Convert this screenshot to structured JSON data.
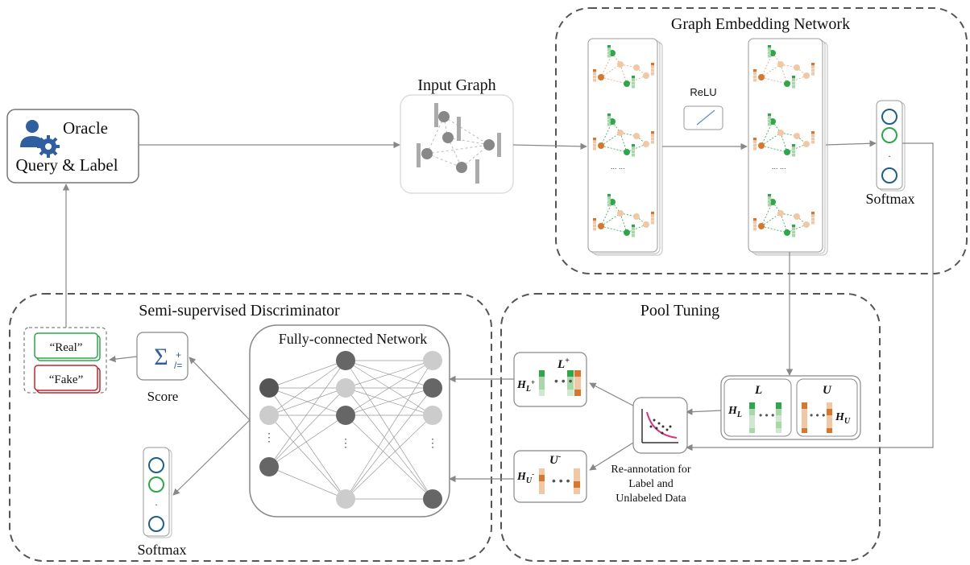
{
  "oracle": {
    "title": "Oracle",
    "subtitle": "Query & Label"
  },
  "input_graph": {
    "title": "Input Graph"
  },
  "graph_embedding": {
    "title": "Graph Embedding Network",
    "activation": "ReLU",
    "ellipsis": "... ...",
    "output_label": "Softmax"
  },
  "discriminator": {
    "title": "Semi-supervised Discriminator",
    "network_title": "Fully-connected Network",
    "real_label": "“Real”",
    "fake_label": "“Fake”",
    "score_label": "Score",
    "softmax_label": "Softmax"
  },
  "pool_tuning": {
    "title": "Pool Tuning",
    "l_plus": "L",
    "l_plus_sup": "+",
    "u_minus": "U",
    "u_minus_sup": "-",
    "h_l_plus_main": "H",
    "h_l_plus_sub": "L",
    "h_l_plus_sup": "+",
    "h_u_minus_main": "H",
    "h_u_minus_sub": "U",
    "h_u_minus_sup": "-",
    "l_label": "L",
    "u_label": "U",
    "h_l_main": "H",
    "h_l_sub": "L",
    "h_u_main": "H",
    "h_u_sub": "U",
    "reannotation_line1": "Re-annotation for",
    "reannotation_line2": "Label and",
    "reannotation_line3": "Unlabeled Data"
  },
  "colors": {
    "border_dashed": "#555555",
    "arrow": "#888888",
    "green": "#2ca84a",
    "green_light": "#a8d8a8",
    "orange": "#d9762b",
    "orange_light": "#f2c7a3",
    "red": "#c0282d",
    "blue_dark": "#1f5f8b",
    "node_gray": "#777777"
  }
}
